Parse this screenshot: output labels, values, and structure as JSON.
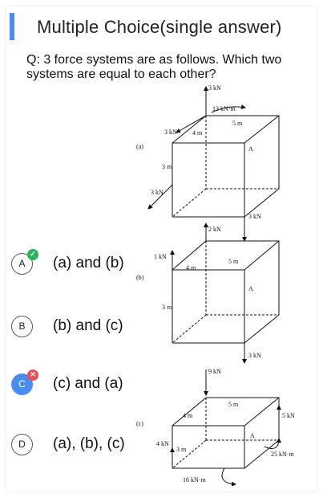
{
  "header": {
    "title": "Multiple Choice(single answer)",
    "accent_color": "#4a8df0"
  },
  "question": {
    "text": "Q: 3 force systems are as follows. Which two systems are equal to each other?"
  },
  "figure": {
    "a": {
      "label": "(a)",
      "top_force": "3 kN",
      "moment": "13 kN·m",
      "top_dim": "5 m",
      "diag_dim": "4 m",
      "left_force": "3 kN",
      "vert_dim": "3 m",
      "bottom_force": "3 kN",
      "point": "A",
      "right_force": "3 kN"
    },
    "b": {
      "label": "(b)",
      "top_force": "2 kN",
      "left_force": "1 kN",
      "diag_dim": "4 m",
      "top_dim": "5 m",
      "vert_dim": "3 m",
      "point": "A",
      "right_force": "3 kN"
    },
    "c": {
      "label": "(c)",
      "top_force": "9 kN",
      "top_dim": "5 m",
      "diag_dim": "4 m",
      "right_force": "5 kN",
      "point": "A",
      "left_force": "4 kN",
      "vert_dim": "3 m",
      "moment_right": "25 kN·m",
      "moment_bottom": "16 kN·m"
    }
  },
  "options": [
    {
      "letter": "A",
      "text": "(a) and (b)",
      "status": "correct"
    },
    {
      "letter": "B",
      "text": "(b) and (c)",
      "status": "none"
    },
    {
      "letter": "C",
      "text": "(c) and (a)",
      "status": "selected-wrong"
    },
    {
      "letter": "D",
      "text": "(a), (b), (c)",
      "status": "none"
    }
  ],
  "icons": {
    "correct": "check-icon",
    "wrong": "cross-icon"
  },
  "colors": {
    "correct": "#29b35c",
    "wrong": "#ec4f54",
    "selected": "#4a8df0"
  }
}
